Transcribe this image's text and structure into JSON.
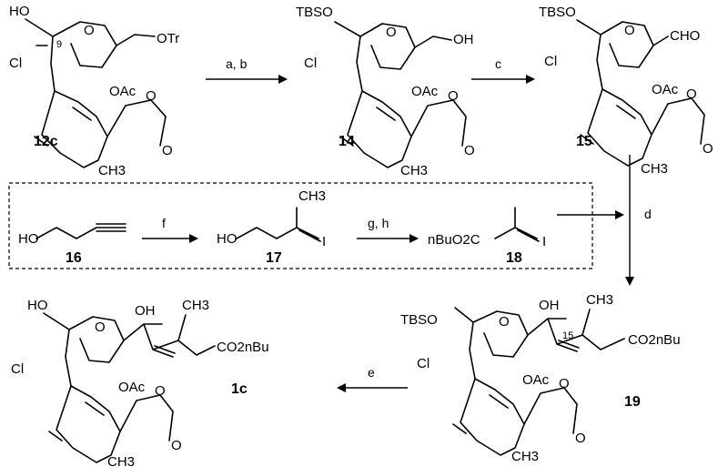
{
  "molecules": {
    "m12c": {
      "label": "12c",
      "oh": "HO",
      "cl": "Cl",
      "c9": "9",
      "otr": "OTr",
      "oac": "OAc",
      "ring_o": "O",
      "ester_o": "O",
      "carbonyl_o": "O",
      "methyl": "CH3"
    },
    "m14": {
      "label": "14",
      "otbs": "TBSO",
      "cl": "Cl",
      "oh": "OH",
      "oac": "OAc",
      "ring_o": "O",
      "ester_o": "O",
      "carbonyl_o": "O",
      "methyl": "CH3"
    },
    "m15": {
      "label": "15",
      "otbs": "TBSO",
      "cl": "Cl",
      "cho": "CHO",
      "oac": "OAc",
      "ring_o": "O",
      "ester_o": "O",
      "carbonyl_o": "O",
      "methyl": "CH3"
    },
    "m16": {
      "label": "16",
      "oh": "HO"
    },
    "m17": {
      "label": "17",
      "oh": "HO",
      "i": "I",
      "methyl": "CH3"
    },
    "m18": {
      "label": "18",
      "ester": "nBuO2C",
      "i": "I"
    },
    "m19": {
      "label": "19",
      "otbs": "TBSO",
      "cl": "Cl",
      "oh": "OH",
      "c15": "15",
      "ester": "CO2nBu",
      "oac": "OAc",
      "ring_o": "O",
      "ester_o": "O",
      "carbonyl_o": "O",
      "methyl": "CH3"
    },
    "m1c": {
      "label": "1c",
      "oh1": "HO",
      "oh2": "OH",
      "cl": "Cl",
      "ester": "CO2nBu",
      "oac": "OAc",
      "ring_o": "O",
      "ester_o": "O",
      "carbonyl_o": "O",
      "methyl": "CH3"
    }
  },
  "reagents": {
    "ab": "a, b",
    "c": "c",
    "d": "d",
    "e": "e",
    "f": "f",
    "gh": "g, h"
  }
}
